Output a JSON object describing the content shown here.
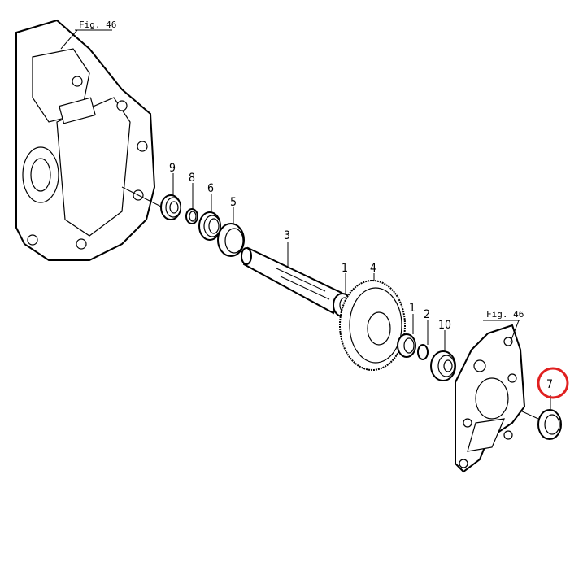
{
  "figure_refs": {
    "top_left": "Fig. 46",
    "cover": "Fig. 46"
  },
  "callouts": {
    "c9": "9",
    "c8": "8",
    "c6": "6",
    "c5": "5",
    "c3": "3",
    "c1a": "1",
    "c4": "4",
    "c1b": "1",
    "c2": "2",
    "c10": "10",
    "c7": "7"
  },
  "highlight": {
    "part": "7",
    "color": "#e02020"
  }
}
